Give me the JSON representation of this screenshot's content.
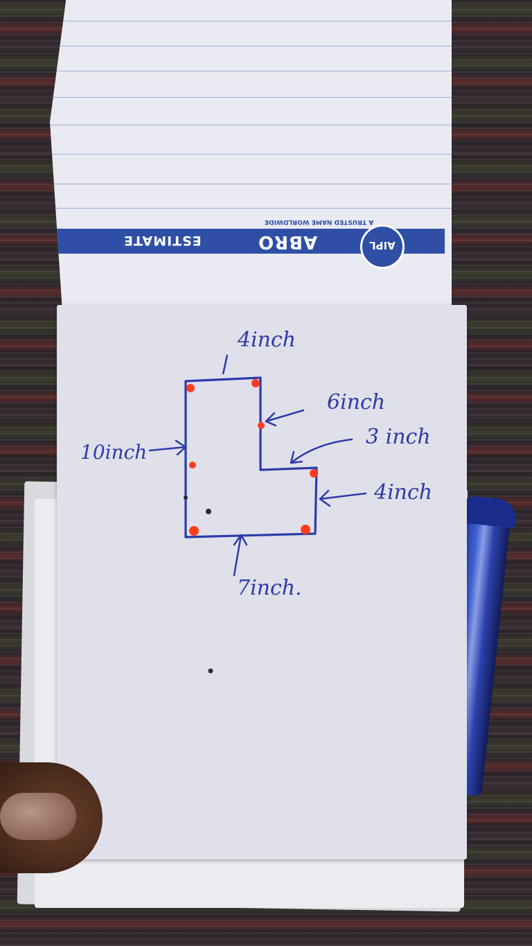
{
  "notepad": {
    "form_title": "ESTIMATE",
    "brand_logo": "AIPL",
    "brand_name": "ABRO",
    "brand_tagline": "A TRUSTED NAME WORLDWIDE"
  },
  "sketch": {
    "labels": {
      "top": "4inch",
      "right_upper": "6inch",
      "step": "3 inch",
      "right_lower": "4inch",
      "left": "10inch",
      "bottom": "7inch."
    }
  },
  "colors": {
    "ink_blue": "#2d3aa8",
    "marker_red": "#ff3b1f",
    "form_blue": "#2f4fa6"
  },
  "icons": {
    "pen": "blue-ballpoint-pen"
  }
}
